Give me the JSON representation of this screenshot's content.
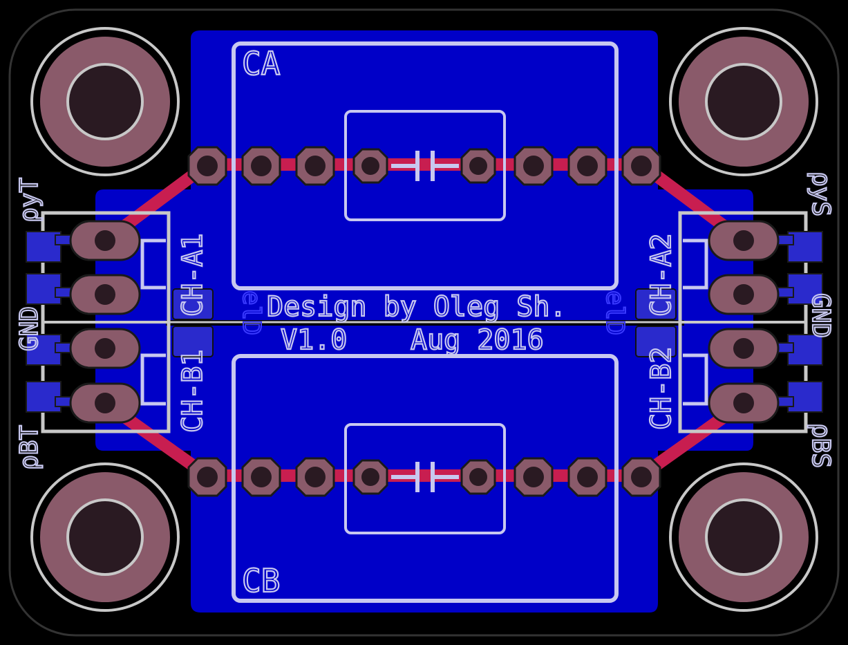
{
  "colors": {
    "background": "#000000",
    "board_outline": "#333333",
    "copper_bottom": "#0000c8",
    "copper_top_trace": "#c81e50",
    "pad": "#8a5a6a",
    "pad_stroke": "#1a1a1a",
    "hole": "#2a1a22",
    "silkscreen": "#c8c8f0",
    "ghost_silk": "#3a3aff",
    "smd_pad": "#2a2acc"
  },
  "labels": {
    "ca": "CA",
    "cb": "CB",
    "ch_a1": "CH-A1",
    "ch_b1": "CH-B1",
    "ch_a2": "CH-A2",
    "ch_b2": "CH-B2",
    "credit": "Design by Oleg Sh.",
    "version": "V1.0",
    "date": "Aug 2016",
    "gnd_left": "GND",
    "gnd_right": "GND",
    "pin_left_top": "ρyT",
    "pin_left_bottom": "ρBT",
    "pin_right_top": "ρyS",
    "pin_right_bottom": "ρBS",
    "ghost_left": "elD",
    "ghost_right": "elD"
  },
  "icons": {
    "capacitor_top": "capacitor-symbol-icon",
    "capacitor_bottom": "capacitor-symbol-icon"
  }
}
